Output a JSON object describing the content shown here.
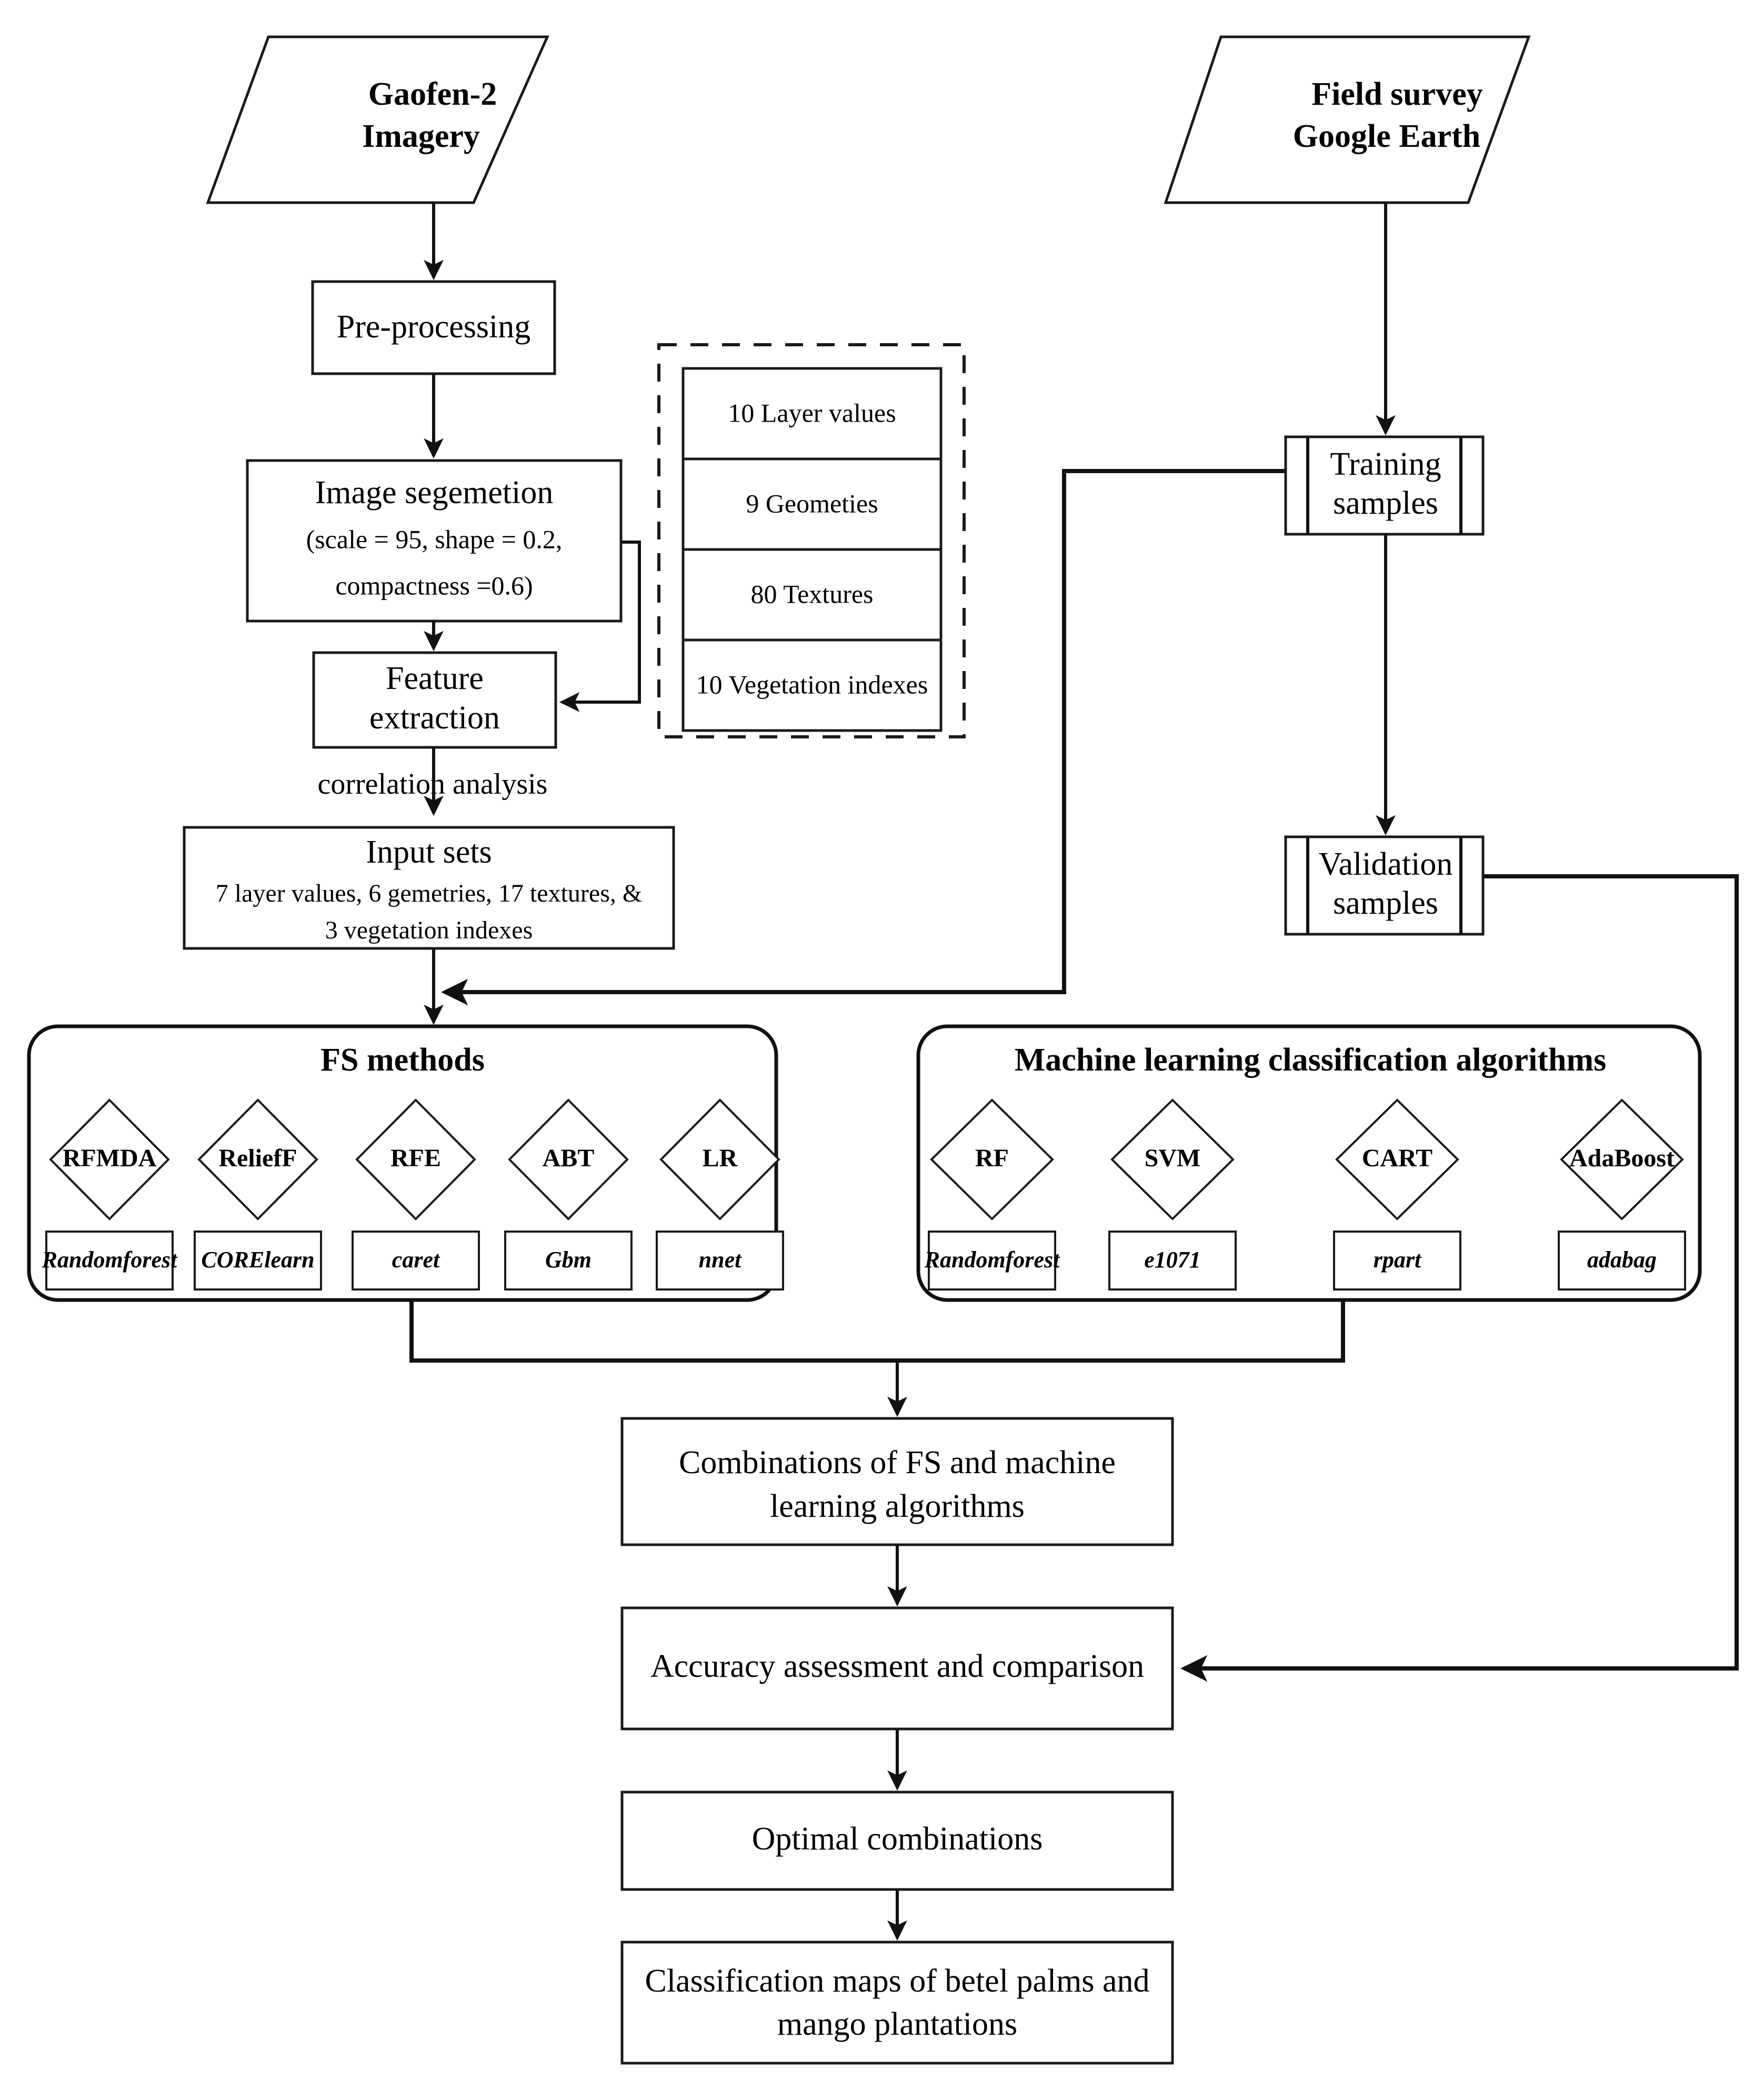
{
  "diagram": {
    "title": "Methodology flowchart for betel palm and mango plantation classification",
    "nodes": {
      "gaofen": {
        "line1": "Gaofen-2",
        "line2": "Imagery"
      },
      "field_survey": {
        "line1": "Field survey",
        "line2": "Google Earth"
      },
      "preprocessing": {
        "label": "Pre-processing"
      },
      "segmentation": {
        "line1": "Image segemetion",
        "line2": "(scale = 95, shape = 0.2,",
        "line3": "compactness =0.6)"
      },
      "feature_extraction": {
        "line1": "Feature",
        "line2": "extraction"
      },
      "correlation_label": {
        "label": "correlation analysis"
      },
      "input_sets": {
        "title": "Input sets",
        "line1": "7 layer values, 6 gemetries, 17 textures, &",
        "line2": "3 vegetation indexes"
      },
      "training_samples": {
        "line1": "Training",
        "line2": "samples"
      },
      "validation_samples": {
        "line1": "Validation",
        "line2": "samples"
      },
      "combinations": {
        "line1": "Combinations of FS and machine",
        "line2": "learning algorithms"
      },
      "accuracy": {
        "label": "Accuracy assessment and comparison"
      },
      "optimal": {
        "label": "Optimal combinations"
      },
      "maps": {
        "line1": "Classification maps of betel palms and",
        "line2": "mango plantations"
      }
    },
    "feature_pool": {
      "items": [
        {
          "label": "10 Layer values"
        },
        {
          "label": "9 Geometies"
        },
        {
          "label": "80 Textures"
        },
        {
          "label": "10 Vegetation indexes"
        }
      ]
    },
    "fs_group": {
      "title": "FS methods",
      "methods": [
        {
          "name": "RFMDA",
          "package": "Randomforest"
        },
        {
          "name": "ReliefF",
          "package": "CORElearn"
        },
        {
          "name": "RFE",
          "package": "caret"
        },
        {
          "name": "ABT",
          "package": "Gbm"
        },
        {
          "name": "LR",
          "package": "nnet"
        }
      ]
    },
    "ml_group": {
      "title": "Machine learning classification algorithms",
      "methods": [
        {
          "name": "RF",
          "package": "Randomforest"
        },
        {
          "name": "SVM",
          "package": "e1071"
        },
        {
          "name": "CART",
          "package": "rpart"
        },
        {
          "name": "AdaBoost",
          "package": "adabag"
        }
      ]
    },
    "colors": {
      "stroke": "#1a1a1a",
      "fill": "#ffffff",
      "background": "#ffffff"
    }
  }
}
